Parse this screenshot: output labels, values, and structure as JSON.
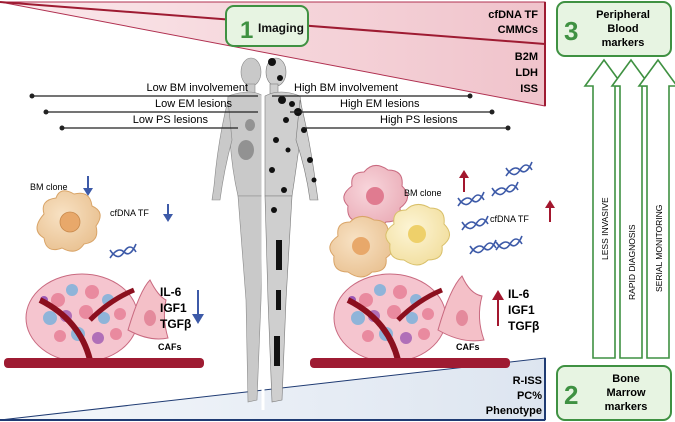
{
  "imaging": {
    "number": "1",
    "label": "Imaging"
  },
  "peripheral": {
    "number": "3",
    "line1": "Peripheral",
    "line2": "Blood",
    "line3": "markers"
  },
  "bone_marrow": {
    "number": "2",
    "line1": "Bone",
    "line2": "Marrow",
    "line3": "markers"
  },
  "top_markers": {
    "line1": "cfDNA TF",
    "line2": "CMMCs"
  },
  "mid_markers": {
    "line1": "B2M",
    "line2": "LDH",
    "line3": "ISS"
  },
  "bottom_markers": {
    "line1": "R-ISS",
    "line2": "PC%",
    "line3": "Phenotype"
  },
  "low_side": {
    "lines": [
      "Low BM involvement",
      "Low EM lesions",
      "Low PS lesions"
    ],
    "bm_clone": "BM clone",
    "cfdna": "cfDNA TF",
    "cytokines": [
      "IL-6",
      "IGF1",
      "TGFβ"
    ],
    "cafs": "CAFs"
  },
  "high_side": {
    "lines": [
      "High BM involvement",
      "High EM lesions",
      "High PS lesions"
    ],
    "bm_clone": "BM clone",
    "cfdna": "cfDNA TF",
    "cytokines": [
      "IL-6",
      "IGF1",
      "TGFβ"
    ],
    "cafs": "CAFs"
  },
  "arrows": [
    "LESS INVASIVE",
    "RAPID DIAGNOSIS",
    "SERIAL MONITORING"
  ],
  "colors": {
    "red": "#9e1b32",
    "pink": "#f2c9d0",
    "green": "#3f9142",
    "navy": "#1f3b73",
    "down": "#3d5aa8",
    "up": "#a3172e"
  }
}
